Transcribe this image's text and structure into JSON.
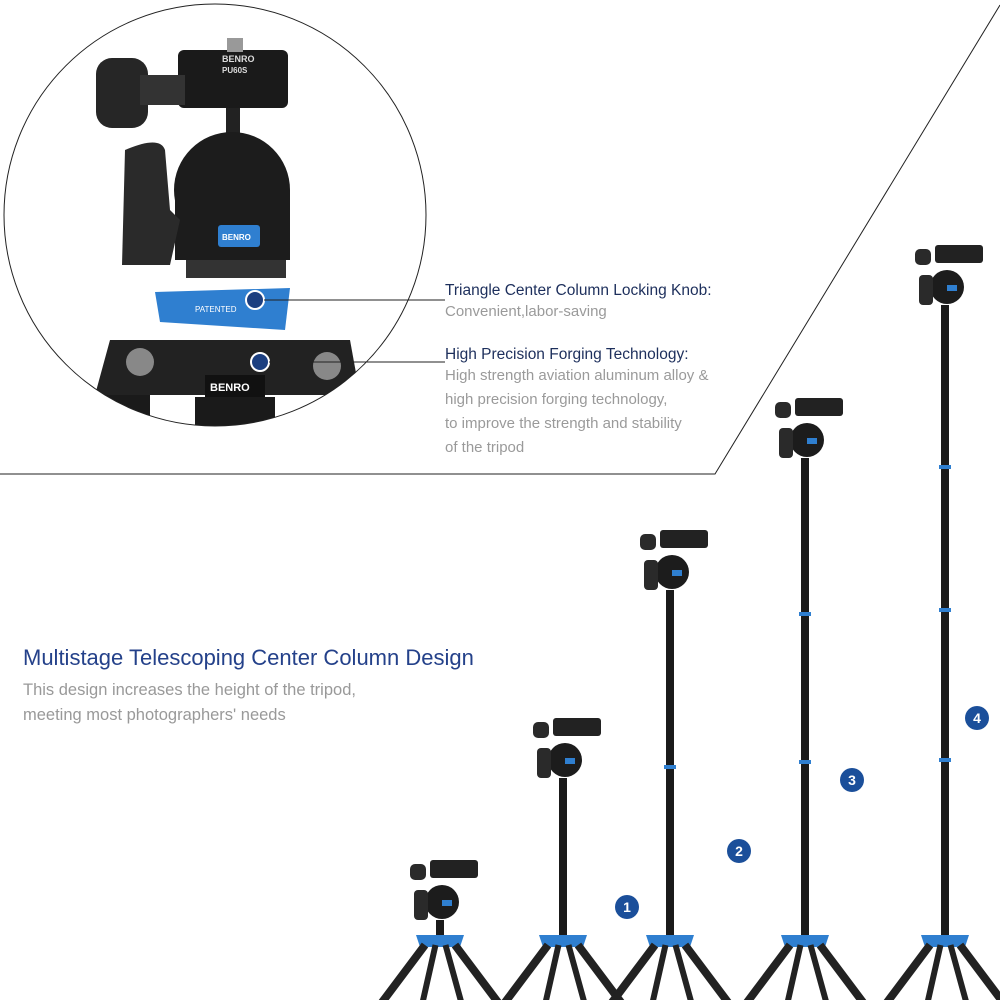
{
  "callouts": [
    {
      "title": "Triangle Center Column Locking Knob:",
      "lines": [
        "Convenient,labor-saving"
      ]
    },
    {
      "title": "High Precision Forging Technology:",
      "lines": [
        "High strength aviation aluminum alloy &",
        "high precision forging technology,",
        "to improve the strength and stability",
        "of the tripod"
      ]
    }
  ],
  "feature": {
    "title": "Multistage Telescoping Center Column Design",
    "lines": [
      "This design increases the height of the tripod,",
      "meeting most photographers' needs"
    ]
  },
  "stages": [
    "1",
    "2",
    "3",
    "4"
  ],
  "logo": {
    "brand": "BENRO",
    "plate": "PU60S",
    "patented": "PATENTED"
  },
  "colors": {
    "accent": "#2f7fd0",
    "navy": "#1d2f5c",
    "badge": "#1b4f9a"
  }
}
